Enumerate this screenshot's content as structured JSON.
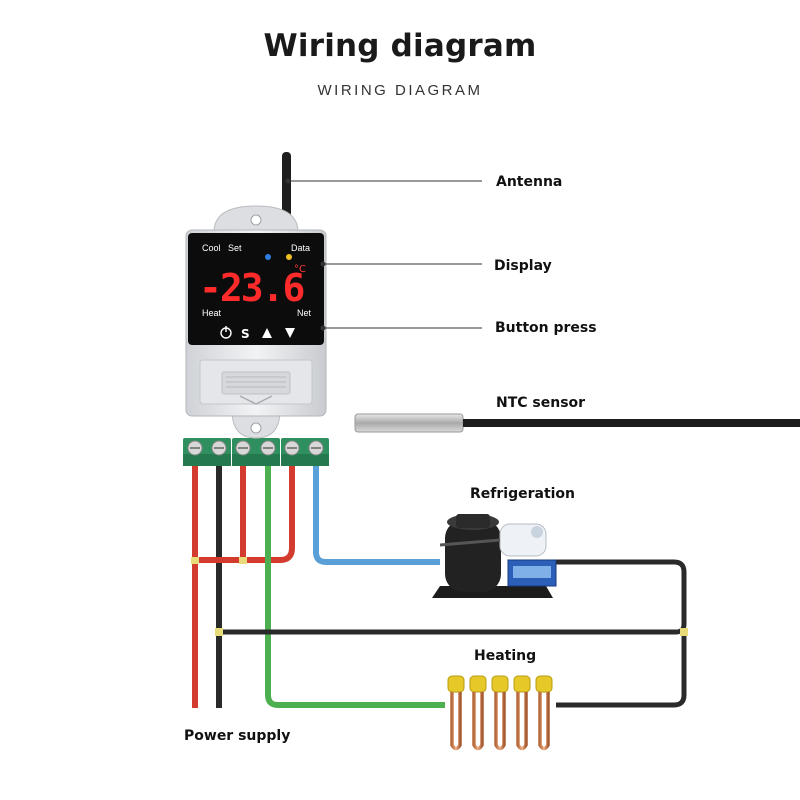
{
  "header": {
    "title": "Wiring diagram",
    "subtitle": "WIRING DIAGRAM"
  },
  "callouts": {
    "antenna": "Antenna",
    "display": "Display",
    "button_press": "Button press",
    "ntc_sensor": "NTC sensor",
    "refrigeration": "Refrigeration",
    "heating": "Heating",
    "power_supply": "Power supply"
  },
  "device": {
    "label_cool": "Cool",
    "label_set": "Set",
    "label_data": "Data",
    "label_heat": "Heat",
    "label_net": "Net",
    "reading": "-23.6",
    "unit": "°C",
    "buttons": [
      "power-icon",
      "s-icon",
      "up-icon",
      "down-icon"
    ]
  },
  "wire_colors": {
    "live": "#d23b2e",
    "neutral": "#2a2a2a",
    "ground": "#4caf50",
    "signal": "#5aa0d8",
    "junction": "#e8dc7a"
  }
}
